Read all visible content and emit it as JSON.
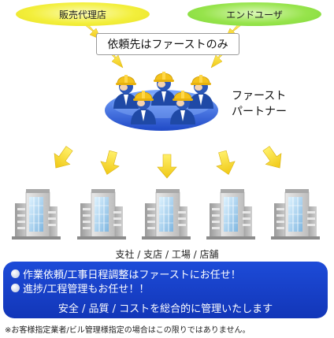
{
  "nodes": {
    "dealer": "販売代理店",
    "end_user": "エンドユーザ",
    "request": "依頼先はファーストのみ",
    "partner_line1": "ファースト",
    "partner_line2": "パートナー"
  },
  "sites_label": "支社 / 支店 / 工場 / 店舗",
  "summary": {
    "line1": "作業依頼/工事日程調整はファーストにお任せ！",
    "line2": "進捗/工程管理もお任せ！！",
    "line3": "安全 / 品質 / コストを総合的に管理いたします"
  },
  "note": "※お客様指定業者/ビル管理様指定の場合はこの限りではありません。",
  "colors": {
    "dealer_oval": "#f3ef3c",
    "user_oval": "#97e44c",
    "summary_box": "#1a40c8",
    "arrow": "#f2d21b",
    "helmet": "#f4c21a",
    "uniform": "#1f49a6"
  },
  "icons": {
    "workers": "worker-group-icon",
    "building": "office-building-icon"
  }
}
